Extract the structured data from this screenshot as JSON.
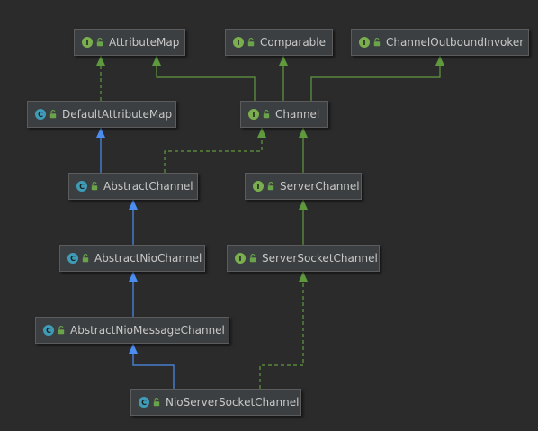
{
  "colors": {
    "background": "#2b2b2b",
    "interface_badge": "#7aae4f",
    "class_badge": "#3e9cb7",
    "implements_edge": "#5f9a3f",
    "extends_edge": "#4c8ef0"
  },
  "nodes": {
    "attributeMap": {
      "kind": "interface",
      "badge": "I",
      "name": "AttributeMap"
    },
    "comparable": {
      "kind": "interface",
      "badge": "I",
      "name": "Comparable"
    },
    "channelOutboundInvoker": {
      "kind": "interface",
      "badge": "I",
      "name": "ChannelOutboundInvoker"
    },
    "defaultAttributeMap": {
      "kind": "class",
      "badge": "C",
      "name": "DefaultAttributeMap"
    },
    "channel": {
      "kind": "interface",
      "badge": "I",
      "name": "Channel"
    },
    "abstractChannel": {
      "kind": "class",
      "badge": "C",
      "name": "AbstractChannel"
    },
    "serverChannel": {
      "kind": "interface",
      "badge": "I",
      "name": "ServerChannel"
    },
    "abstractNioChannel": {
      "kind": "class",
      "badge": "C",
      "name": "AbstractNioChannel"
    },
    "serverSocketChannel": {
      "kind": "interface",
      "badge": "I",
      "name": "ServerSocketChannel"
    },
    "abstractNioMessageChannel": {
      "kind": "class",
      "badge": "C",
      "name": "AbstractNioMessageChannel"
    },
    "nioServerSocketChannel": {
      "kind": "class",
      "badge": "C",
      "name": "NioServerSocketChannel"
    }
  },
  "edges": [
    {
      "from": "defaultAttributeMap",
      "to": "attributeMap",
      "type": "implements"
    },
    {
      "from": "channel",
      "to": "attributeMap",
      "type": "extends-interface"
    },
    {
      "from": "channel",
      "to": "comparable",
      "type": "extends-interface"
    },
    {
      "from": "channel",
      "to": "channelOutboundInvoker",
      "type": "extends-interface"
    },
    {
      "from": "abstractChannel",
      "to": "defaultAttributeMap",
      "type": "extends"
    },
    {
      "from": "abstractChannel",
      "to": "channel",
      "type": "implements"
    },
    {
      "from": "serverChannel",
      "to": "channel",
      "type": "extends-interface"
    },
    {
      "from": "abstractNioChannel",
      "to": "abstractChannel",
      "type": "extends"
    },
    {
      "from": "serverSocketChannel",
      "to": "serverChannel",
      "type": "extends-interface"
    },
    {
      "from": "abstractNioMessageChannel",
      "to": "abstractNioChannel",
      "type": "extends"
    },
    {
      "from": "nioServerSocketChannel",
      "to": "abstractNioMessageChannel",
      "type": "extends"
    },
    {
      "from": "nioServerSocketChannel",
      "to": "serverSocketChannel",
      "type": "implements"
    }
  ]
}
